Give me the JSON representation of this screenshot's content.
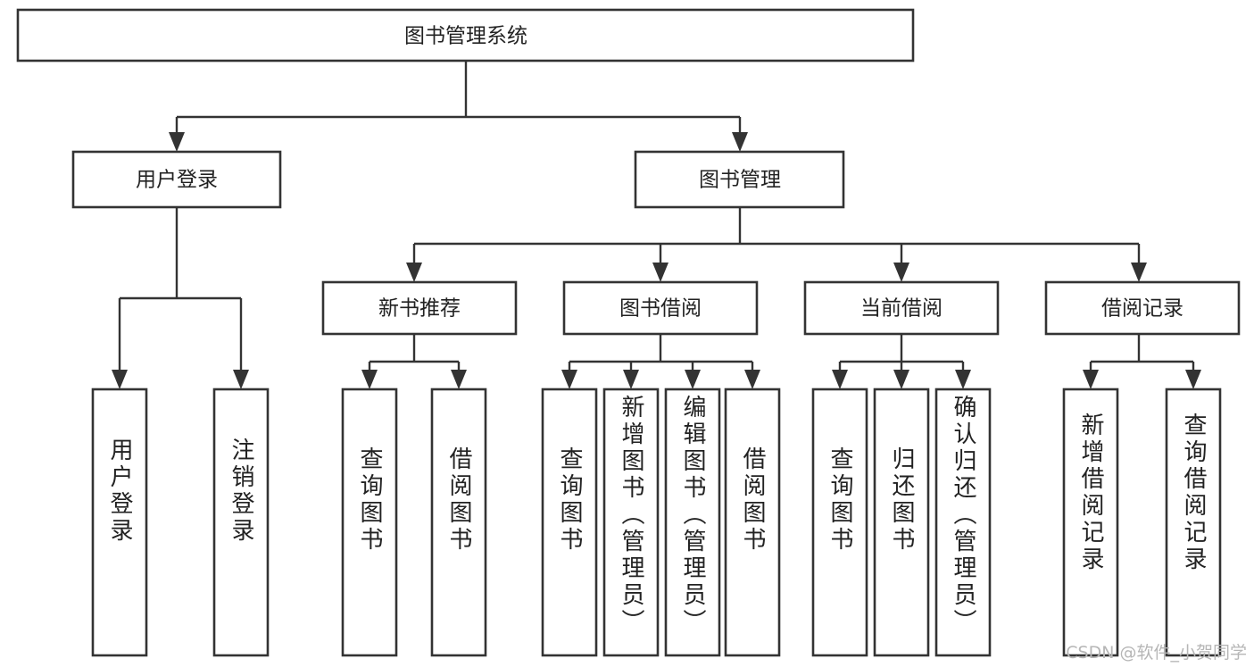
{
  "diagram": {
    "title": "图书管理系统",
    "type": "tree",
    "orientation": "top-down",
    "colors": {
      "box_fill": "#ffffff",
      "box_stroke": "#333333",
      "connector": "#333333",
      "text": "#222222",
      "watermark": "#b6b6b6",
      "background": "#ffffff"
    },
    "root": {
      "label": "图书管理系统"
    },
    "level2": [
      {
        "label": "用户登录"
      },
      {
        "label": "图书管理"
      }
    ],
    "level3": [
      {
        "label": "新书推荐"
      },
      {
        "label": "图书借阅"
      },
      {
        "label": "当前借阅"
      },
      {
        "label": "借阅记录"
      }
    ],
    "leaves": {
      "user_login": [
        {
          "label": "用户登录"
        },
        {
          "label": "注销登录"
        }
      ],
      "new_book_recommend": [
        {
          "label": "查询图书"
        },
        {
          "label": "借阅图书"
        }
      ],
      "book_borrow": [
        {
          "label": "查询图书"
        },
        {
          "label": "新增图书（管理员）"
        },
        {
          "label": "编辑图书（管理员）"
        },
        {
          "label": "借阅图书"
        }
      ],
      "current_borrow": [
        {
          "label": "查询图书"
        },
        {
          "label": "归还图书"
        },
        {
          "label": "确认归还（管理员）"
        }
      ],
      "borrow_record": [
        {
          "label": "新增借阅记录"
        },
        {
          "label": "查询借阅记录"
        }
      ]
    }
  },
  "watermark": {
    "text": "CSDN @软件_小贺同学"
  }
}
